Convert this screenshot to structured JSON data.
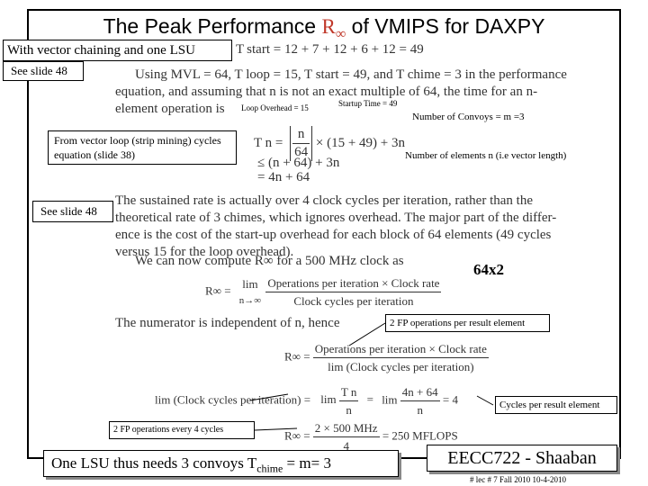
{
  "title": {
    "pre": "The Peak Performance ",
    "r_symbol": "R",
    "inf": "∞",
    "post": " of VMIPS for DAXPY"
  },
  "callouts": {
    "vector_chaining": "With vector chaining and one LSU",
    "see_slide_48_top": "See slide 48",
    "loop_overhead": "Loop Overhead = 15",
    "startup_time": "Startup Time = 49",
    "convoys": "Number of Convoys = m =3",
    "strip_mining": "From vector loop (strip mining) cycles equation (slide 38)",
    "num_elements": "Number of elements n (i.e vector length)",
    "see_slide_48_mid": "See slide 48",
    "size_64x2": "64x2",
    "fp_ops_per_result": "2 FP operations per result element",
    "cycles_per_result": "Cycles per result element",
    "fp_ops_every_4": "2 FP operations every 4 cycles",
    "one_lsu": "One LSU thus needs 3 convoys  T",
    "one_lsu_sub": "chime",
    "one_lsu_post": " = m= 3"
  },
  "scanned": {
    "tstart": "T start =  12 + 7 + 12 + 6 + 12 = 49",
    "para1_l1": "Using MVL = 64, T loop = 15, T start = 49, and T chime = 3 in the performance",
    "para1_l2": "equation, and assuming that n is not an exact multiple of 64, the time for an n-",
    "para1_l3": "element operation is",
    "tn_lhs": "T n =",
    "tn_num": "n",
    "tn_den": "64",
    "tn_rhs": " × (15 + 49) + 3n",
    "ineq1": "≤ (n + 64) + 3n",
    "ineq2": "= 4n + 64",
    "para2_l1": "The sustained rate is actually over 4 clock cycles per iteration, rather than the",
    "para2_l2": "theoretical rate of 3 chimes, which ignores overhead. The major part of the differ-",
    "para2_l3": "ence is the cost of the start-up overhead for each block of 64 elements (49 cycles",
    "para2_l4": "versus 15 for the loop overhead).",
    "compute_line": "We can now compute R∞ for a 500 MHz clock as",
    "rinf1_lhs": "R∞ =",
    "lim": "lim",
    "lim_sub": "n→∞",
    "rinf1_num": "Operations per iteration × Clock rate",
    "rinf1_den": "Clock cycles per iteration",
    "numerator_line": "The numerator is independent of n, hence",
    "rinf2_lhs": "R∞ =",
    "rinf2_num": "Operations per iteration × Clock rate",
    "rinf2_den": "lim (Clock cycles per iteration)",
    "lim_line": "lim (Clock cycles per iteration) =",
    "lim_frac_num": "T n",
    "lim_frac_den": "n",
    "lim_frac2_num": "4n + 64",
    "lim_frac2_den": "n",
    "lim_eq4": "= 4",
    "rinf3_lhs": "R∞ =",
    "rinf3_num": "2 × 500 MHz",
    "rinf3_den": "4",
    "rinf3_rhs": "= 250 MFLOPS"
  },
  "footer": {
    "badge": "EECC722 - Shaaban",
    "info": "#  lec # 7    Fall 2010   10-4-2010"
  }
}
